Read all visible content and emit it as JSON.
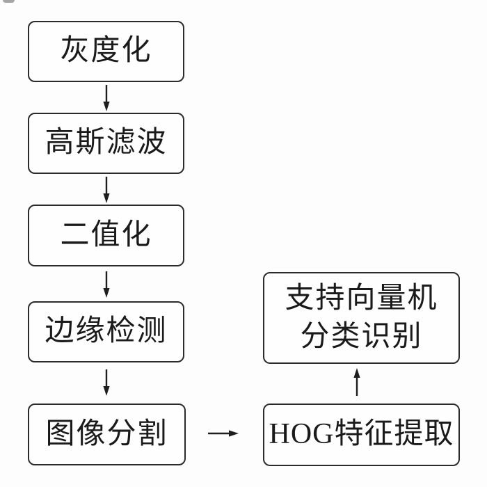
{
  "diagram": {
    "nodes": [
      {
        "id": "grayscale",
        "label": "灰度化"
      },
      {
        "id": "gaussian-filter",
        "label": "高斯滤波"
      },
      {
        "id": "binarization",
        "label": "二值化"
      },
      {
        "id": "edge-detection",
        "label": "边缘检测"
      },
      {
        "id": "image-segmentation",
        "label": "图像分割"
      },
      {
        "id": "svm-classification",
        "label": "支持向量机\n分类识别"
      },
      {
        "id": "hog-feature-extraction",
        "label": "HOG特征提取"
      }
    ],
    "edges": [
      {
        "from": "grayscale",
        "to": "gaussian-filter",
        "direction": "down"
      },
      {
        "from": "gaussian-filter",
        "to": "binarization",
        "direction": "down"
      },
      {
        "from": "binarization",
        "to": "edge-detection",
        "direction": "down"
      },
      {
        "from": "edge-detection",
        "to": "image-segmentation",
        "direction": "down"
      },
      {
        "from": "image-segmentation",
        "to": "hog-feature-extraction",
        "direction": "right"
      },
      {
        "from": "hog-feature-extraction",
        "to": "svm-classification",
        "direction": "up"
      }
    ],
    "colors": {
      "background": "#fdfdfd",
      "box_fill": "#fefefe",
      "box_border": "#2b2b2b",
      "text": "#1a1a1a",
      "arrow": "#1e1e1e"
    }
  }
}
